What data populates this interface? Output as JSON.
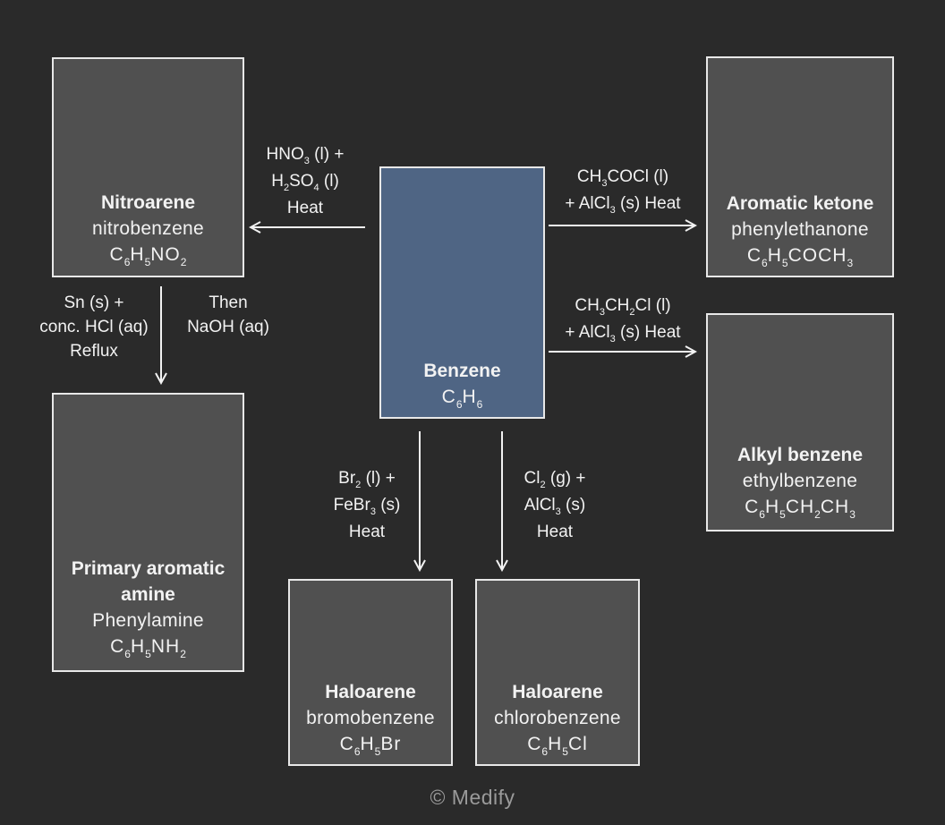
{
  "compounds": {
    "benzene": {
      "name": "Benzene",
      "formula": [
        "C",
        "6",
        "H",
        "6"
      ]
    },
    "nitroarene": {
      "name": "Nitroarene",
      "common": "nitrobenzene",
      "formula": [
        "C",
        "6",
        "H",
        "5",
        "NO",
        "2"
      ],
      "substituent": [
        "NO",
        "2"
      ]
    },
    "amine": {
      "name_line1": "Primary aromatic",
      "name_line2": "amine",
      "common": "Phenylamine",
      "formula": [
        "C",
        "6",
        "H",
        "5",
        "NH",
        "2"
      ],
      "substituent": [
        "NH",
        "2"
      ]
    },
    "bromo": {
      "name": "Haloarene",
      "common": "bromobenzene",
      "formula": [
        "C",
        "6",
        "H",
        "5",
        "Br"
      ]
    },
    "chloro": {
      "name": "Haloarene",
      "common": "chlorobenzene",
      "formula": [
        "C",
        "6",
        "H",
        "5",
        "Cl"
      ]
    },
    "ketone": {
      "name": "Aromatic ketone",
      "common": "phenylethanone",
      "formula": [
        "C",
        "6",
        "H",
        "5",
        "COCH",
        "3"
      ],
      "oxygen_label": "O"
    },
    "alkyl": {
      "name": "Alkyl benzene",
      "common": "ethylbenzene",
      "formula": [
        "C",
        "6",
        "H",
        "5",
        "CH",
        "2",
        "CH",
        "3"
      ]
    }
  },
  "conditions": {
    "nitration": {
      "l1": [
        "HNO",
        "3",
        " (l) +"
      ],
      "l2": [
        "H",
        "2",
        "SO",
        "4",
        " (l)"
      ],
      "l3": "Heat"
    },
    "reduction": {
      "l1": "Sn (s) +",
      "l2": "conc. HCl (aq)",
      "l3": "Reflux"
    },
    "neutralise": {
      "l1": "Then",
      "l2": "NaOH (aq)"
    },
    "acylation": {
      "l1": [
        "CH",
        "3",
        "COCl (l)"
      ],
      "l2": [
        "+ AlCl",
        "3",
        " (s) Heat"
      ]
    },
    "alkylation": {
      "l1": [
        "CH",
        "3",
        "CH",
        "2",
        "Cl (l)"
      ],
      "l2": [
        "+ AlCl",
        "3",
        " (s) Heat"
      ]
    },
    "bromination": {
      "l1": [
        "Br",
        "2",
        " (l) +"
      ],
      "l2": [
        "FeBr",
        "3",
        " (s)"
      ],
      "l3": "Heat"
    },
    "chlorination": {
      "l1": [
        "Cl",
        "2",
        " (g) +"
      ],
      "l2": [
        "AlCl",
        "3",
        " (s)"
      ],
      "l3": "Heat"
    }
  },
  "copyright": "© Medify",
  "colors": {
    "background": "#2a2a2a",
    "box_fill": "#505050",
    "center_fill": "#4f6584",
    "line": "#f2f2f2",
    "copyright": "#9a9a9a"
  }
}
